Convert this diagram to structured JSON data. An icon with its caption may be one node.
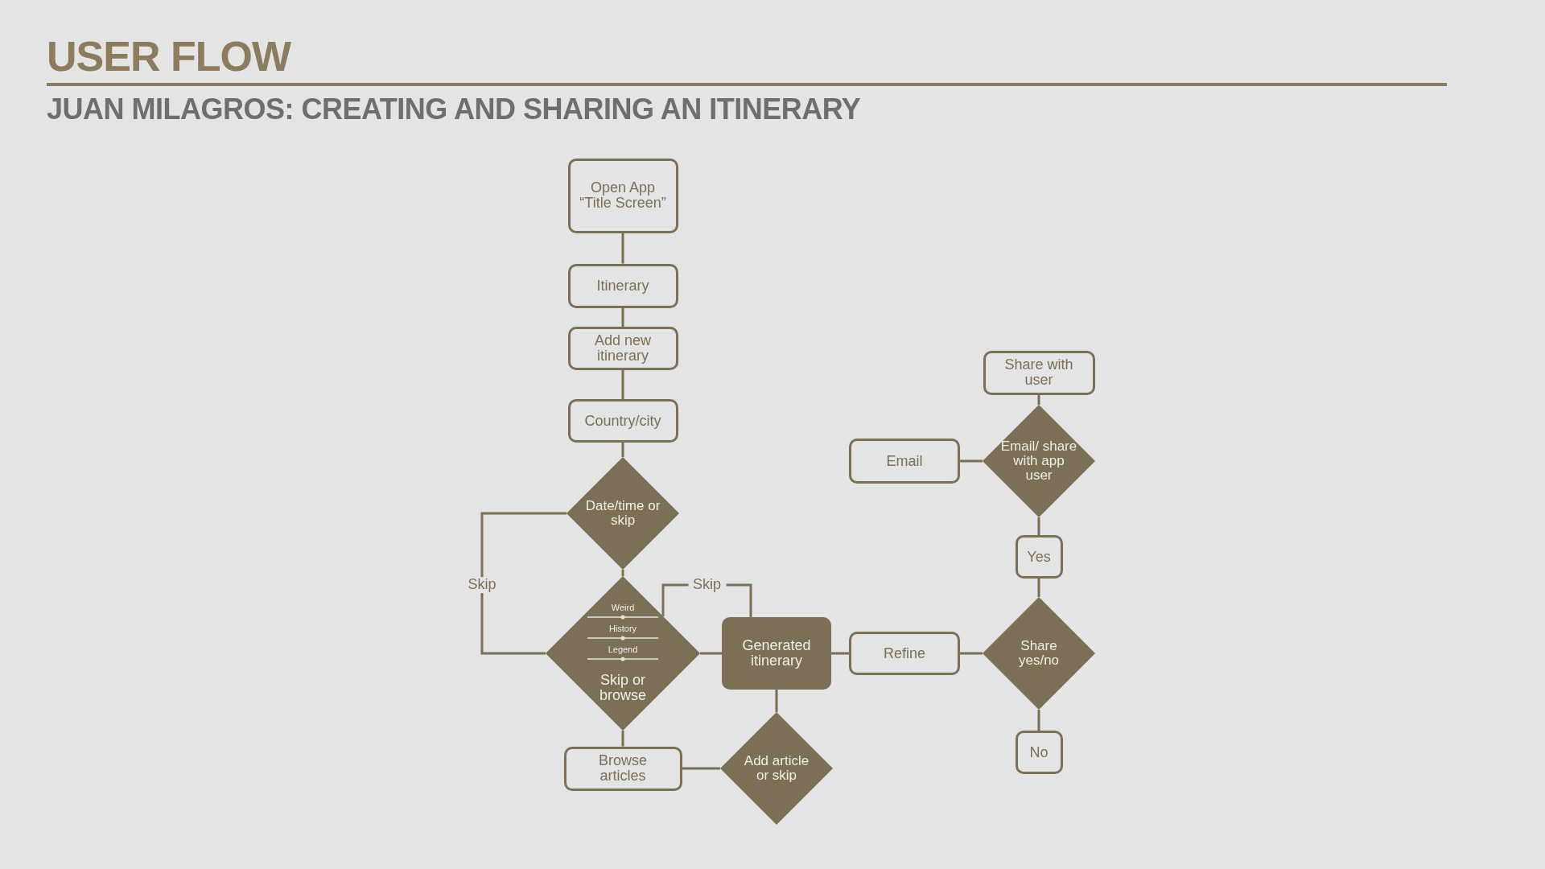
{
  "diagram": {
    "title": "USER FLOW",
    "nodes": [
      {
        "text": [
          "Open App “Title Screen”"
        ]
      },
      {
        "text": [
          "Itinerary"
        ]
      },
      {
        "text": [
          "Add new itinerary"
        ]
      },
      {
        "text": [
          "Country/city"
        ]
      },
      {
        "text": [
          "Date/time or skip"
        ]
      },
      {
        "text": [
          "Weird",
          "History",
          "Legend",
          "Skip or browse"
        ]
      },
      {
        "text": [
          "Generated itinerary"
        ]
      },
      {
        "text": [
          "Browse articles"
        ]
      },
      {
        "text": [
          "Add article or skip"
        ]
      },
      {
        "text": [
          "Refine"
        ]
      },
      {
        "text": [
          "Share yes/no"
        ]
      },
      {
        "text": [
          "Yes"
        ]
      },
      {
        "text": [
          "No"
        ]
      },
      {
        "text": [
          "Email/ share with app user"
        ]
      },
      {
        "text": [
          "Email"
        ]
      },
      {
        "text": [
          "Share with user"
        ]
      }
    ],
    "edges": [
      {
        "from": 0,
        "to": 1,
        "arrow": "none"
      },
      {
        "from": 1,
        "to": 2,
        "arrow": "none"
      },
      {
        "from": 2,
        "to": 3,
        "arrow": "none"
      },
      {
        "from": 3,
        "to": 4,
        "arrow": "none"
      },
      {
        "from": 4,
        "to": 5,
        "arrow": "none"
      },
      {
        "from": 4,
        "to": 5,
        "arrow": "none",
        "label": "Skip"
      },
      {
        "from": 5,
        "to": 6,
        "arrow": "none"
      },
      {
        "from": 5,
        "to": 6,
        "arrow": "none",
        "label": "Skip"
      },
      {
        "from": 5,
        "to": 7,
        "arrow": "none"
      },
      {
        "from": 7,
        "to": 8,
        "arrow": "none"
      },
      {
        "from": 6,
        "to": 8,
        "arrow": "none"
      },
      {
        "from": 6,
        "to": 9,
        "arrow": "none"
      },
      {
        "from": 9,
        "to": 10,
        "arrow": "none"
      },
      {
        "from": 10,
        "to": 11,
        "arrow": "none"
      },
      {
        "from": 10,
        "to": 12,
        "arrow": "none"
      },
      {
        "from": 11,
        "to": 13,
        "arrow": "none"
      },
      {
        "from": 13,
        "to": 14,
        "arrow": "none"
      },
      {
        "from": 13,
        "to": 15,
        "arrow": "none"
      }
    ],
    "labels": [
      "JUAN MILAGROS: CREATING AND SHARING AN ITINERARY"
    ]
  }
}
